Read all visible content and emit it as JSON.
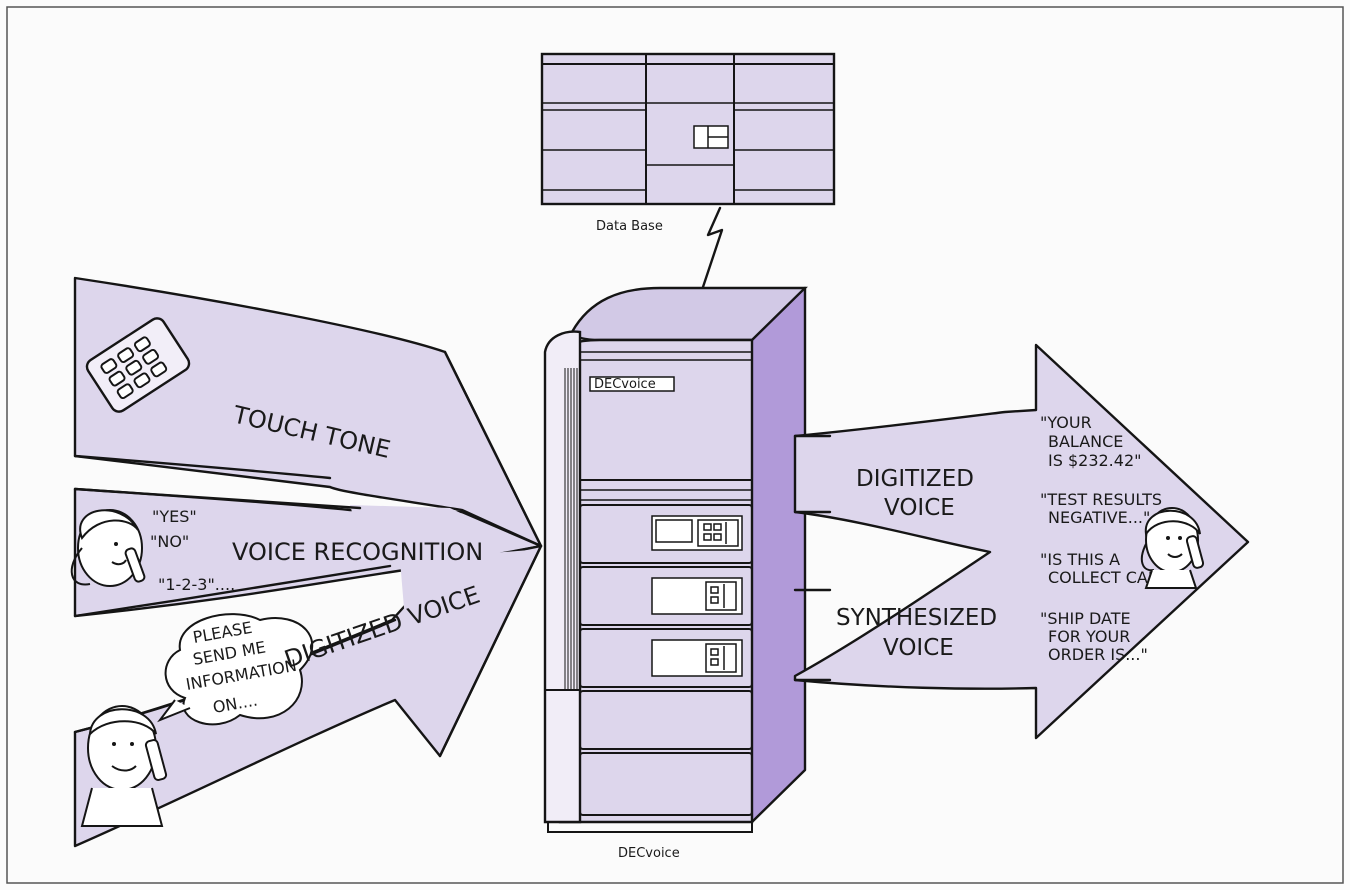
{
  "colors": {
    "lavender": "#ddd6ec",
    "lavender_dark": "#d2c9e6",
    "cabinet_side": "#b19ad9",
    "ink": "#151515",
    "frame": "#555555"
  },
  "database": {
    "label": "Data Base"
  },
  "system": {
    "label": "DECvoice",
    "badge": "DECvoice"
  },
  "inputs": [
    {
      "label": "TOUCH TONE",
      "icon": "keypad-icon"
    },
    {
      "label": "VOICE RECOGNITION",
      "icon": "woman-phone-icon",
      "utterances": [
        "\"YES\"",
        "\"NO\"",
        "\"1-2-3\"...."
      ]
    },
    {
      "label": "DIGITIZED VOICE",
      "icon": "man-phone-icon",
      "speech_bubble": [
        "PLEASE",
        "SEND ME",
        "INFORMATION",
        "ON...."
      ]
    }
  ],
  "outputs": [
    {
      "line1": "DIGITIZED",
      "line2": "VOICE"
    },
    {
      "line1": "SYNTHESIZED",
      "line2": "VOICE"
    }
  ],
  "messages": [
    {
      "line1": "\"YOUR",
      "line2": "BALANCE",
      "line3": "IS $232.42\""
    },
    {
      "line1": "\"TEST RESULTS",
      "line2": "NEGATIVE...\""
    },
    {
      "line1": "\"IS THIS A",
      "line2": "COLLECT CALL?\""
    },
    {
      "line1": "\"SHIP DATE",
      "line2": "FOR YOUR",
      "line3": "ORDER IS...\""
    }
  ],
  "listener_icon": "woman-phone-icon"
}
